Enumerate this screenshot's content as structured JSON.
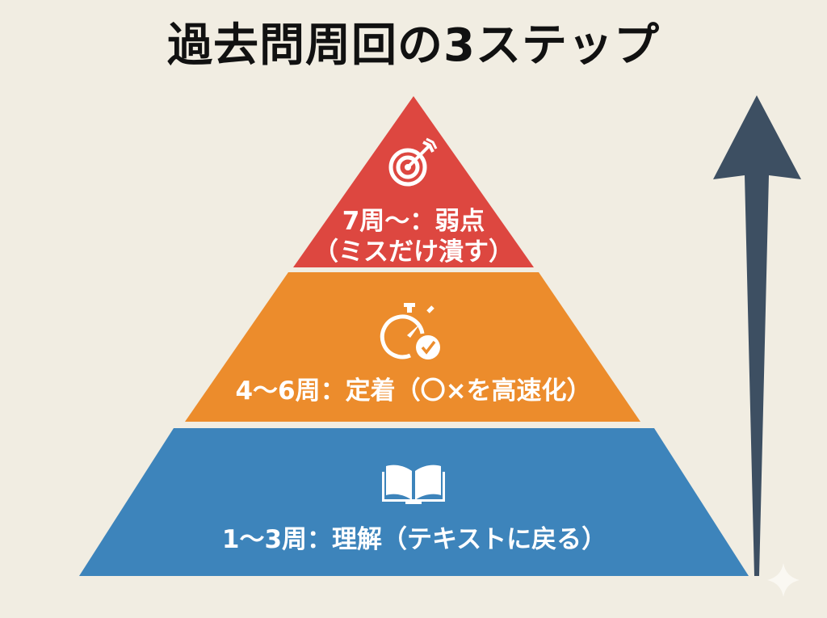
{
  "title": "過去問周回の3ステップ",
  "colors": {
    "background": "#f1ede2",
    "tier_top": "#dd4740",
    "tier_middle": "#ec8c2c",
    "tier_bottom": "#3d84bb",
    "arrow": "#3d4f62",
    "text_on_tier": "#ffffff",
    "title_text": "#111111"
  },
  "pyramid": {
    "tiers": [
      {
        "level": "top",
        "icon": "target-icon",
        "label_line1": "7周〜：弱点",
        "label_line2": "（ミスだけ潰す）"
      },
      {
        "level": "middle",
        "icon": "stopwatch-check-icon",
        "label": "4〜6周：定着（〇×を高速化）"
      },
      {
        "level": "bottom",
        "icon": "open-book-icon",
        "label": "1〜3周：理解（テキストに戻る）"
      }
    ]
  },
  "progress_arrow": {
    "direction": "up",
    "icon": "up-arrow-icon"
  },
  "watermark": {
    "icon": "sparkle-icon"
  }
}
